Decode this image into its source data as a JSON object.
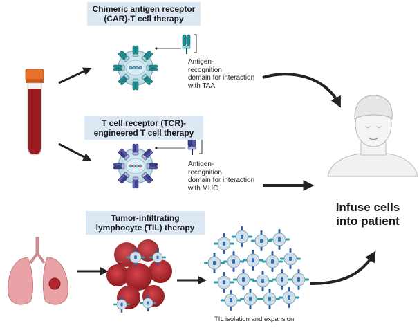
{
  "car": {
    "title_line1": "Chimeric antigen receptor",
    "title_line2": "(CAR)-T cell therapy",
    "domain_label": [
      "Antigen-",
      "recognition",
      "domain for interaction",
      "with TAA"
    ]
  },
  "tcr": {
    "title_line1": "T cell receptor (TCR)-",
    "title_line2": "engineered T cell therapy",
    "domain_label": [
      "Antigen-",
      "recognition",
      "domain for interaction",
      "with MHC I"
    ]
  },
  "til": {
    "title_line1": "Tumor-infiltrating",
    "title_line2": "lymphocyte (TIL) therapy",
    "caption": "TIL isolation and expansion"
  },
  "infuse": {
    "line1": "Infuse cells",
    "line2": "into patient"
  },
  "colors": {
    "car_receptor": "#1f8e93",
    "tcr_receptor": "#3d3f8f",
    "cell_fill": "#cfe6ee",
    "blood": "#9b1c22",
    "tube_cap": "#e8722a",
    "tumor": "#b5272e",
    "lung": "#e9a3a6",
    "title_box": "#dbe8f3",
    "arrow": "#222222"
  }
}
